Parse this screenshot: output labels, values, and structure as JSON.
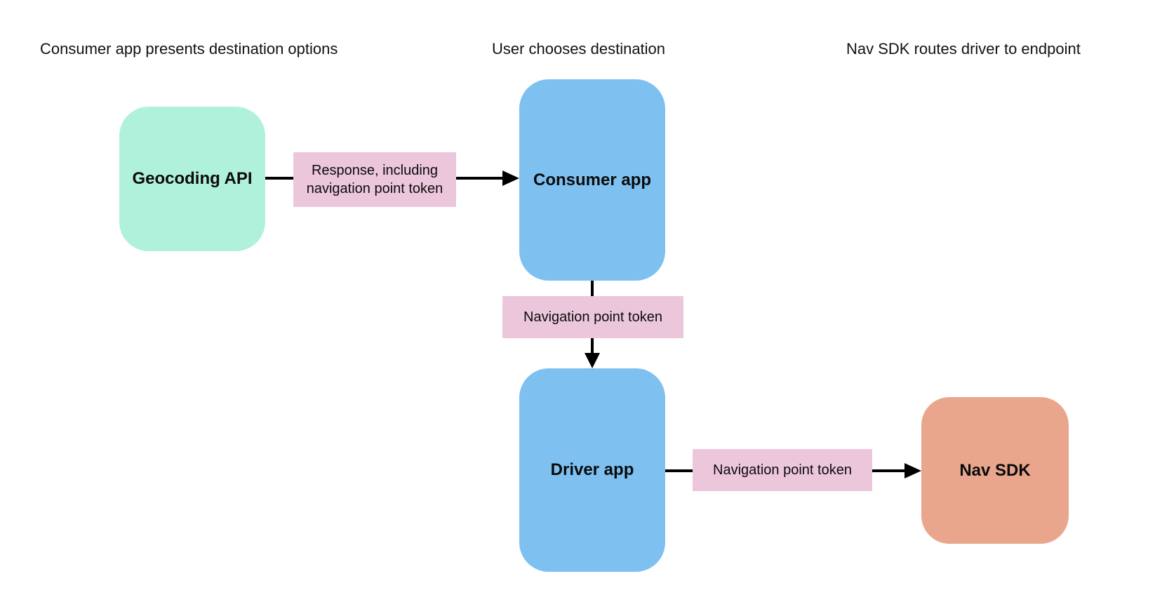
{
  "diagram": {
    "background_color": "#ffffff",
    "arrow_color": "#000000",
    "text_color": "#0b0b0b",
    "column_headers": [
      {
        "label": "Consumer app presents destination options"
      },
      {
        "label": "User chooses destination"
      },
      {
        "label": "Nav SDK routes driver to endpoint"
      }
    ],
    "nodes": [
      {
        "id": "geocoding-api",
        "label": "Geocoding API",
        "fill": "#b0f1db"
      },
      {
        "id": "consumer-app",
        "label": "Consumer app",
        "fill": "#7ec1f1"
      },
      {
        "id": "driver-app",
        "label": "Driver app",
        "fill": "#7ec1f1"
      },
      {
        "id": "nav-sdk",
        "label": "Nav SDK",
        "fill": "#e9a68c"
      }
    ],
    "edges": [
      {
        "from": "geocoding-api",
        "to": "consumer-app",
        "label": "Response, including navigation point token",
        "label_fill": "#ecc7dc"
      },
      {
        "from": "consumer-app",
        "to": "driver-app",
        "label": "Navigation point token",
        "label_fill": "#ecc7dc"
      },
      {
        "from": "driver-app",
        "to": "nav-sdk",
        "label": "Navigation point token",
        "label_fill": "#ecc7dc"
      }
    ]
  }
}
